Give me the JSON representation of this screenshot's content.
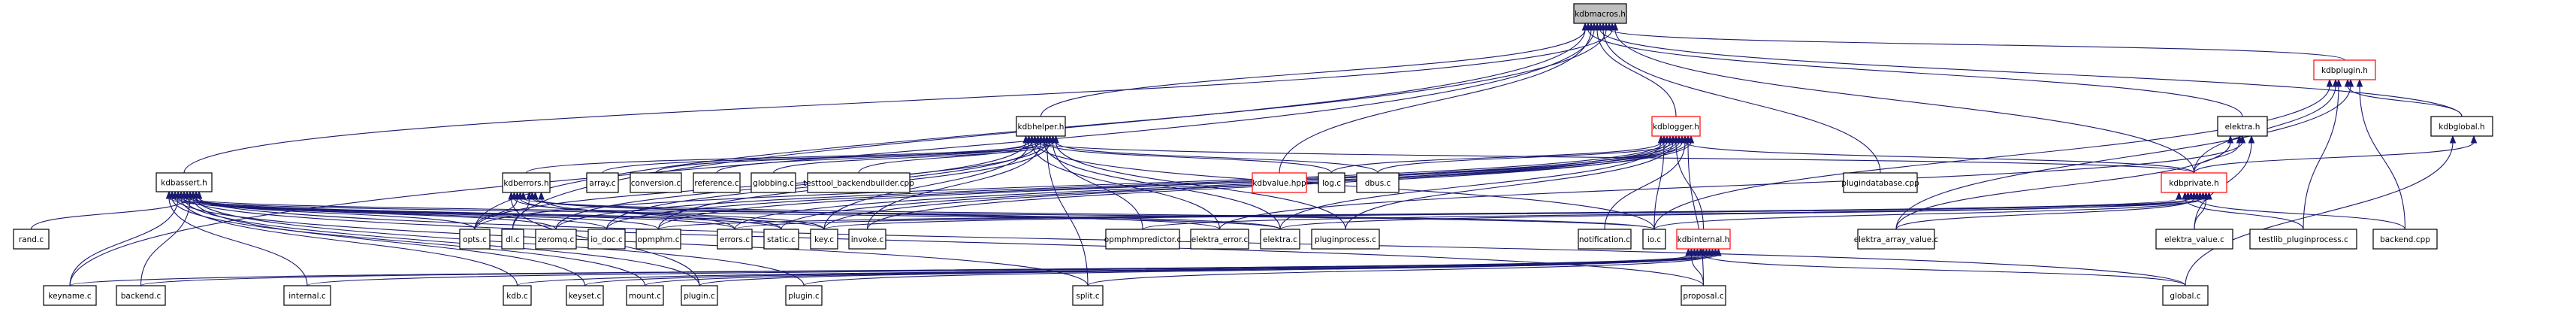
{
  "diagram": {
    "type": "include-dependency-graph",
    "colors": {
      "edge": "#191970",
      "node_border": "#000000",
      "node_border_incomplete": "#ff0000",
      "root_fill": "#bfbfbf",
      "node_fill": "#ffffff"
    },
    "nodes": [
      {
        "id": "kdbmacros_h",
        "label": "kdbmacros.h",
        "style": "root"
      },
      {
        "id": "kdbhelper_h",
        "label": "kdbhelper.h",
        "style": "normal"
      },
      {
        "id": "kdblogger_h",
        "label": "kdblogger.h",
        "style": "incomplete"
      },
      {
        "id": "kdbplugin_h",
        "label": "kdbplugin.h",
        "style": "incomplete"
      },
      {
        "id": "elektra_h",
        "label": "elektra.h",
        "style": "normal"
      },
      {
        "id": "kdbglobal_h",
        "label": "kdbglobal.h",
        "style": "normal"
      },
      {
        "id": "kdbassert_h",
        "label": "kdbassert.h",
        "style": "normal"
      },
      {
        "id": "kdberrors_h",
        "label": "kdberrors.h",
        "style": "normal"
      },
      {
        "id": "array_c",
        "label": "array.c",
        "style": "normal"
      },
      {
        "id": "conversion_c",
        "label": "conversion.c",
        "style": "normal"
      },
      {
        "id": "reference_c",
        "label": "reference.c",
        "style": "normal"
      },
      {
        "id": "globbing_c",
        "label": "globbing.c",
        "style": "normal"
      },
      {
        "id": "testtool_backendbuilder_cpp",
        "label": "testtool_backendbuilder.cpp",
        "style": "normal"
      },
      {
        "id": "kdbvalue_hpp",
        "label": "kdbvalue.hpp",
        "style": "incomplete"
      },
      {
        "id": "log_c",
        "label": "log.c",
        "style": "normal"
      },
      {
        "id": "dbus_c",
        "label": "dbus.c",
        "style": "normal"
      },
      {
        "id": "plugindatabase_cpp",
        "label": "plugindatabase.cpp",
        "style": "normal"
      },
      {
        "id": "kdbprivate_h",
        "label": "kdbprivate.h",
        "style": "incomplete"
      },
      {
        "id": "rand_c",
        "label": "rand.c",
        "style": "normal"
      },
      {
        "id": "opts_c",
        "label": "opts.c",
        "style": "normal"
      },
      {
        "id": "dl_c",
        "label": "dl.c",
        "style": "normal"
      },
      {
        "id": "zeromq_c",
        "label": "zeromq.c",
        "style": "normal"
      },
      {
        "id": "io_doc_c",
        "label": "io_doc.c",
        "style": "normal"
      },
      {
        "id": "opmphm_c",
        "label": "opmphm.c",
        "style": "normal"
      },
      {
        "id": "errors_c",
        "label": "errors.c",
        "style": "normal"
      },
      {
        "id": "static_c",
        "label": "static.c",
        "style": "normal"
      },
      {
        "id": "key_c",
        "label": "key.c",
        "style": "normal"
      },
      {
        "id": "invoke_c",
        "label": "invoke.c",
        "style": "normal"
      },
      {
        "id": "opmphmpredictor_c",
        "label": "opmphmpredictor.c",
        "style": "normal"
      },
      {
        "id": "elektra_error_c",
        "label": "elektra_error.c",
        "style": "normal"
      },
      {
        "id": "elektra_c",
        "label": "elektra.c",
        "style": "normal"
      },
      {
        "id": "pluginprocess_c",
        "label": "pluginprocess.c",
        "style": "normal"
      },
      {
        "id": "notification_c",
        "label": "notification.c",
        "style": "normal"
      },
      {
        "id": "io_c",
        "label": "io.c",
        "style": "normal"
      },
      {
        "id": "kdbinternal_h",
        "label": "kdbinternal.h",
        "style": "incomplete"
      },
      {
        "id": "elektra_array_value_c",
        "label": "elektra_array_value.c",
        "style": "normal"
      },
      {
        "id": "elektra_value_c",
        "label": "elektra_value.c",
        "style": "normal"
      },
      {
        "id": "testlib_pluginprocess_c",
        "label": "testlib_pluginprocess.c",
        "style": "normal"
      },
      {
        "id": "backend_cpp",
        "label": "backend.cpp",
        "style": "normal"
      },
      {
        "id": "keyname_c",
        "label": "keyname.c",
        "style": "normal"
      },
      {
        "id": "backend_c",
        "label": "backend.c",
        "style": "normal"
      },
      {
        "id": "internal_c",
        "label": "internal.c",
        "style": "normal"
      },
      {
        "id": "kdb_c",
        "label": "kdb.c",
        "style": "normal"
      },
      {
        "id": "keyset_c",
        "label": "keyset.c",
        "style": "normal"
      },
      {
        "id": "mount_c",
        "label": "mount.c",
        "style": "normal"
      },
      {
        "id": "plugin_c_1",
        "label": "plugin.c",
        "style": "normal"
      },
      {
        "id": "plugin_c_2",
        "label": "plugin.c",
        "style": "normal"
      },
      {
        "id": "split_c",
        "label": "split.c",
        "style": "normal"
      },
      {
        "id": "proposal_c",
        "label": "proposal.c",
        "style": "normal"
      },
      {
        "id": "global_c",
        "label": "global.c",
        "style": "normal"
      }
    ],
    "edges": [
      [
        "kdbhelper_h",
        "kdbmacros_h"
      ],
      [
        "kdblogger_h",
        "kdbmacros_h"
      ],
      [
        "kdbplugin_h",
        "kdbmacros_h"
      ],
      [
        "elektra_h",
        "kdbmacros_h"
      ],
      [
        "kdbglobal_h",
        "kdbmacros_h"
      ],
      [
        "kdbassert_h",
        "kdbmacros_h"
      ],
      [
        "kdbvalue_hpp",
        "kdbmacros_h"
      ],
      [
        "plugindatabase_cpp",
        "kdbmacros_h"
      ],
      [
        "kdbprivate_h",
        "kdbmacros_h"
      ],
      [
        "keyname_c",
        "kdbmacros_h"
      ],
      [
        "opts_c",
        "kdbmacros_h"
      ],
      [
        "dl_c",
        "kdbmacros_h"
      ],
      [
        "kdberrors_h",
        "kdbhelper_h"
      ],
      [
        "array_c",
        "kdbhelper_h"
      ],
      [
        "conversion_c",
        "kdbhelper_h"
      ],
      [
        "reference_c",
        "kdbhelper_h"
      ],
      [
        "globbing_c",
        "kdbhelper_h"
      ],
      [
        "testtool_backendbuilder_cpp",
        "kdbhelper_h"
      ],
      [
        "log_c",
        "kdbhelper_h"
      ],
      [
        "dbus_c",
        "kdbhelper_h"
      ],
      [
        "kdbprivate_h",
        "kdbhelper_h"
      ],
      [
        "opts_c",
        "kdbhelper_h"
      ],
      [
        "zeromq_c",
        "kdbhelper_h"
      ],
      [
        "io_doc_c",
        "kdbhelper_h"
      ],
      [
        "opmphm_c",
        "kdbhelper_h"
      ],
      [
        "key_c",
        "kdbhelper_h"
      ],
      [
        "invoke_c",
        "kdbhelper_h"
      ],
      [
        "opmphmpredictor_c",
        "kdbhelper_h"
      ],
      [
        "elektra_error_c",
        "kdbhelper_h"
      ],
      [
        "elektra_c",
        "kdbhelper_h"
      ],
      [
        "pluginprocess_c",
        "kdbhelper_h"
      ],
      [
        "io_c",
        "kdbhelper_h"
      ],
      [
        "split_c",
        "kdbhelper_h"
      ],
      [
        "log_c",
        "kdblogger_h"
      ],
      [
        "dbus_c",
        "kdblogger_h"
      ],
      [
        "kdbprivate_h",
        "kdblogger_h"
      ],
      [
        "opts_c",
        "kdblogger_h"
      ],
      [
        "zeromq_c",
        "kdblogger_h"
      ],
      [
        "io_doc_c",
        "kdblogger_h"
      ],
      [
        "opmphm_c",
        "kdblogger_h"
      ],
      [
        "errors_c",
        "kdblogger_h"
      ],
      [
        "static_c",
        "kdblogger_h"
      ],
      [
        "key_c",
        "kdblogger_h"
      ],
      [
        "invoke_c",
        "kdblogger_h"
      ],
      [
        "elektra_c",
        "kdblogger_h"
      ],
      [
        "pluginprocess_c",
        "kdblogger_h"
      ],
      [
        "notification_c",
        "kdblogger_h"
      ],
      [
        "io_c",
        "kdblogger_h"
      ],
      [
        "kdbinternal_h",
        "kdblogger_h"
      ],
      [
        "proposal_c",
        "kdblogger_h"
      ],
      [
        "kdbprivate_h",
        "kdbplugin_h"
      ],
      [
        "kdbglobal_h",
        "kdbplugin_h"
      ],
      [
        "backend_cpp",
        "kdbplugin_h"
      ],
      [
        "testlib_pluginprocess_c",
        "kdbplugin_h"
      ],
      [
        "elektra_array_value_c",
        "kdbplugin_h"
      ],
      [
        "io_c",
        "kdbplugin_h"
      ],
      [
        "kdbprivate_h",
        "elektra_h"
      ],
      [
        "elektra_value_c",
        "elektra_h"
      ],
      [
        "elektra_array_value_c",
        "elektra_h"
      ],
      [
        "elektra_error_c",
        "elektra_h"
      ],
      [
        "kdbprivate_h",
        "kdbglobal_h"
      ],
      [
        "global_c",
        "kdbglobal_h"
      ],
      [
        "rand_c",
        "kdbassert_h"
      ],
      [
        "opts_c",
        "kdbassert_h"
      ],
      [
        "keyname_c",
        "kdbassert_h"
      ],
      [
        "backend_c",
        "kdbassert_h"
      ],
      [
        "internal_c",
        "kdbassert_h"
      ],
      [
        "kdb_c",
        "kdbassert_h"
      ],
      [
        "keyset_c",
        "kdbassert_h"
      ],
      [
        "mount_c",
        "kdbassert_h"
      ],
      [
        "plugin_c_1",
        "kdbassert_h"
      ],
      [
        "plugin_c_2",
        "kdbassert_h"
      ],
      [
        "split_c",
        "kdbassert_h"
      ],
      [
        "proposal_c",
        "kdbassert_h"
      ],
      [
        "zeromq_c",
        "kdbassert_h"
      ],
      [
        "io_doc_c",
        "kdbassert_h"
      ],
      [
        "opmphm_c",
        "kdbassert_h"
      ],
      [
        "errors_c",
        "kdbassert_h"
      ],
      [
        "static_c",
        "kdbassert_h"
      ],
      [
        "key_c",
        "kdbassert_h"
      ],
      [
        "elektra_c",
        "kdbassert_h"
      ],
      [
        "io_c",
        "kdbassert_h"
      ],
      [
        "global_c",
        "kdbassert_h"
      ],
      [
        "opts_c",
        "kdberrors_h"
      ],
      [
        "dl_c",
        "kdberrors_h"
      ],
      [
        "errors_c",
        "kdberrors_h"
      ],
      [
        "static_c",
        "kdberrors_h"
      ],
      [
        "elektra_error_c",
        "kdberrors_h"
      ],
      [
        "plugin_c_1",
        "kdberrors_h"
      ],
      [
        "io_c",
        "kdberrors_h"
      ],
      [
        "elektra_c",
        "kdberrors_h"
      ],
      [
        "key_c",
        "kdberrors_h"
      ],
      [
        "elektra_array_value_c",
        "kdbprivate_h"
      ],
      [
        "elektra_value_c",
        "kdbprivate_h"
      ],
      [
        "testlib_pluginprocess_c",
        "kdbprivate_h"
      ],
      [
        "backend_cpp",
        "kdbprivate_h"
      ],
      [
        "opmphmpredictor_c",
        "kdbprivate_h"
      ],
      [
        "elektra_c",
        "kdbprivate_h"
      ],
      [
        "io_c",
        "kdbprivate_h"
      ],
      [
        "opmphm_c",
        "kdbprivate_h"
      ],
      [
        "key_c",
        "kdbprivate_h"
      ],
      [
        "errors_c",
        "kdbprivate_h"
      ],
      [
        "proposal_c",
        "kdbinternal_h"
      ],
      [
        "global_c",
        "kdbinternal_h"
      ],
      [
        "keyname_c",
        "kdbinternal_h"
      ],
      [
        "backend_c",
        "kdbinternal_h"
      ],
      [
        "internal_c",
        "kdbinternal_h"
      ],
      [
        "kdb_c",
        "kdbinternal_h"
      ],
      [
        "keyset_c",
        "kdbinternal_h"
      ],
      [
        "mount_c",
        "kdbinternal_h"
      ],
      [
        "plugin_c_1",
        "kdbinternal_h"
      ],
      [
        "plugin_c_2",
        "kdbinternal_h"
      ],
      [
        "split_c",
        "kdbinternal_h"
      ]
    ]
  }
}
